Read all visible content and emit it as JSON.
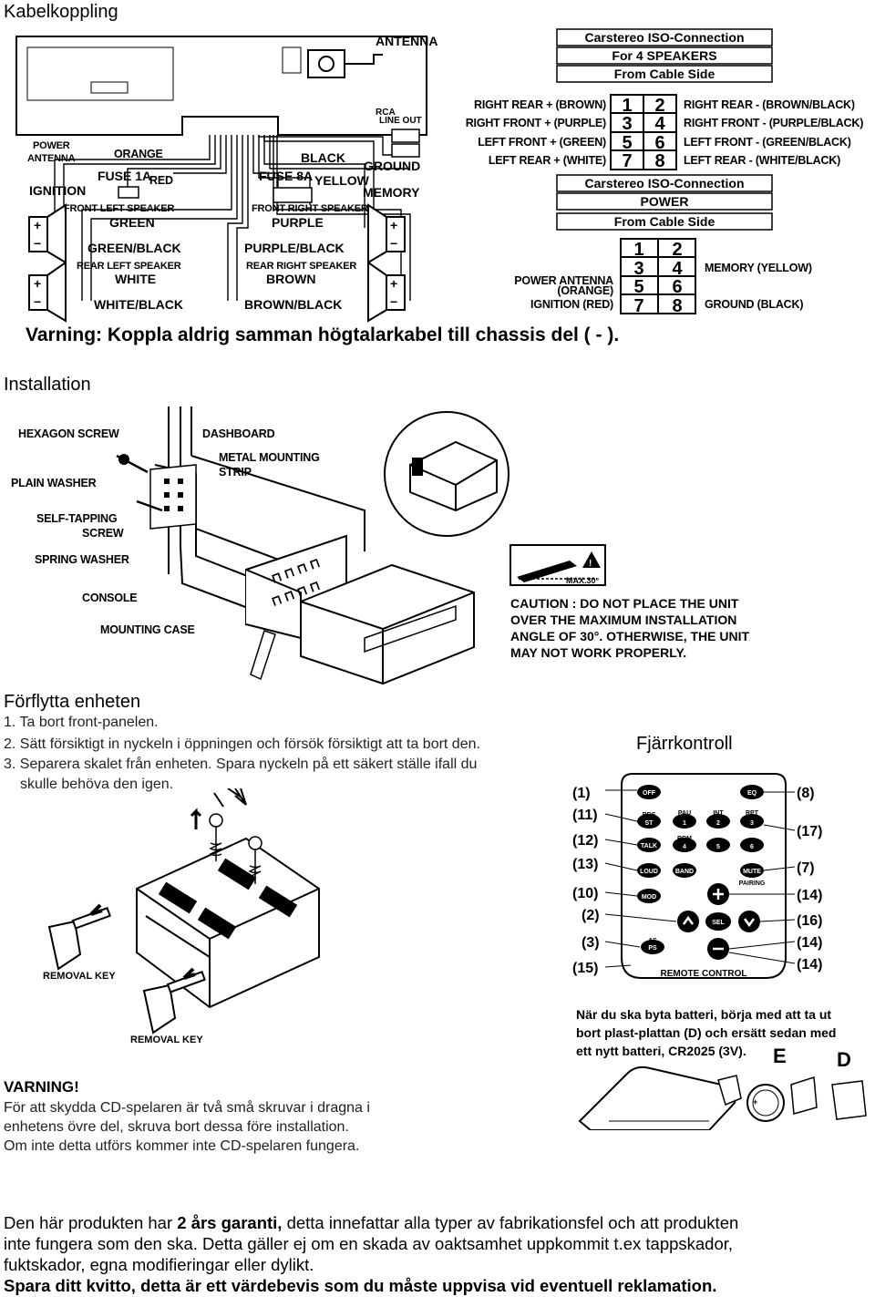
{
  "section_wiring": {
    "title": "Kabelkoppling",
    "left_labels": {
      "antenna": "ANTENNA",
      "rca": "RCA",
      "line_out": "LINE OUT",
      "power_antenna_1": "POWER",
      "power_antenna_2": "ANTENNA",
      "orange": "ORANGE",
      "black": "BLACK",
      "ground": "GROUND",
      "fuse1a": "FUSE 1A",
      "red": "RED",
      "fuse8a": "FUSE 8A",
      "yellow": "YELLOW",
      "ignition": "IGNITION",
      "memory": "MEMORY",
      "front_left_speaker": "FRONT LEFT SPEAKER",
      "front_right_speaker": "FRONT RIGHT SPEAKER",
      "green": "GREEN",
      "purple": "PURPLE",
      "green_black": "GREEN/BLACK",
      "purple_black": "PURPLE/BLACK",
      "rear_left_speaker": "REAR LEFT SPEAKER",
      "rear_right_speaker": "REAR RIGHT SPEAKER",
      "white": "WHITE",
      "brown": "BROWN",
      "white_black": "WHITE/BLACK",
      "brown_black": "BROWN/BLACK"
    },
    "iso_speakers": {
      "title": "Carstereo ISO-Connection",
      "subtitle": "For 4 SPEAKERS",
      "from_side": "From Cable Side",
      "rows": [
        {
          "left": "RIGHT REAR + (BROWN)",
          "a": "1",
          "b": "2",
          "right": "RIGHT REAR - (BROWN/BLACK)"
        },
        {
          "left": "RIGHT FRONT + (PURPLE)",
          "a": "3",
          "b": "4",
          "right": "RIGHT FRONT - (PURPLE/BLACK)"
        },
        {
          "left": "LEFT FRONT + (GREEN)",
          "a": "5",
          "b": "6",
          "right": "LEFT FRONT - (GREEN/BLACK)"
        },
        {
          "left": "LEFT REAR + (WHITE)",
          "a": "7",
          "b": "8",
          "right": "LEFT REAR - (WHITE/BLACK)"
        }
      ]
    },
    "iso_power": {
      "title": "Carstereo ISO-Connection",
      "subtitle": "POWER",
      "from_side": "From Cable Side",
      "pins": [
        [
          "1",
          "2"
        ],
        [
          "3",
          "4"
        ],
        [
          "5",
          "6"
        ],
        [
          "7",
          "8"
        ]
      ],
      "power_antenna": "POWER ANTENNA",
      "orange": "(ORANGE)",
      "ignition": "IGNITION (RED)",
      "memory": "MEMORY (YELLOW)",
      "ground": "GROUND (BLACK)"
    },
    "warning": "Varning: Koppla aldrig samman högtalarkabel till chassis del ( - )."
  },
  "section_install": {
    "title": "Installation",
    "labels": {
      "hexagon_screw": "HEXAGON SCREW",
      "dashboard": "DASHBOARD",
      "metal_1": "METAL MOUNTING",
      "metal_2": "STRIP",
      "plain_washer": "PLAIN WASHER",
      "self_tapping_1": "SELF-TAPPING",
      "self_tapping_2": "SCREW",
      "spring_washer": "SPRING WASHER",
      "console": "CONSOLE",
      "mounting_case": "MOUNTING CASE",
      "max_angle": "MAX.30°"
    },
    "caution": [
      "CAUTION : DO NOT PLACE THE UNIT",
      "OVER THE MAXIMUM INSTALLATION",
      "ANGLE OF 30°. OTHERWISE, THE UNIT",
      "MAY NOT WORK PROPERLY."
    ]
  },
  "section_move": {
    "title": "Förflytta enheten",
    "steps": [
      "1. Ta bort front-panelen.",
      "2. Sätt försiktigt in nyckeln i öppningen och försök försiktigt att ta bort den.",
      "3. Separera skalet från enheten. Spara nyckeln på ett säkert ställe ifall du",
      "skulle behöva den igen."
    ],
    "removal_key": "REMOVAL KEY"
  },
  "section_remote": {
    "title": "Fjärrkontroll",
    "callouts_left": [
      "(1)",
      "(11)",
      "(12)",
      "(13)",
      "(10)",
      "(2)",
      "(3)",
      "(15)"
    ],
    "callouts_right": [
      "(8)",
      "(17)",
      "(7)",
      "(14)",
      "(16)",
      "(14)",
      "(14)"
    ],
    "buttons": {
      "off": "OFF",
      "eq": "EQ",
      "rds": "RDS",
      "st": "ST",
      "pau": "PAU",
      "int": "INT",
      "rpt": "RPT",
      "talk": "TALK",
      "rdm": "RDM",
      "band": "BAND",
      "mute": "MUTE",
      "pairing": "PAIRING",
      "loud": "LOUD",
      "mod": "MOD",
      "sel": "SEL",
      "as": "AS",
      "ps": "PS",
      "n1": "1",
      "n2": "2",
      "n3": "3",
      "n4": "4",
      "n5": "5",
      "n6": "6"
    },
    "remote_label": "REMOTE CONTROL",
    "battery_text": [
      "När du ska byta batteri, börja med att ta ut",
      "bort plast-plattan (D) och ersätt sedan med",
      "ett nytt batteri, CR2025 (3V)."
    ],
    "label_e": "E",
    "label_d": "D"
  },
  "section_warning": {
    "title": "VARNING!",
    "lines": [
      "För att skydda CD-spelaren är två små skruvar i dragna i",
      "enhetens övre del, skruva bort dessa före installation.",
      "Om inte detta utförs kommer inte CD-spelaren fungera."
    ]
  },
  "footer": {
    "p1_pre": "Den här produkten har ",
    "p1_bold": "2 års garanti,",
    "p1_post": " detta innefattar alla typer av fabrikationsfel och att produkten",
    "p2": "inte fungera som den ska. Detta gäller ej om en skada av oaktsamhet uppkommit t.ex tappskador,",
    "p3": "fuktskador, egna modifieringar eller dylikt.",
    "p4": "Spara ditt kvitto, detta är ett värdebevis som du måste uppvisa vid eventuell reklamation."
  }
}
